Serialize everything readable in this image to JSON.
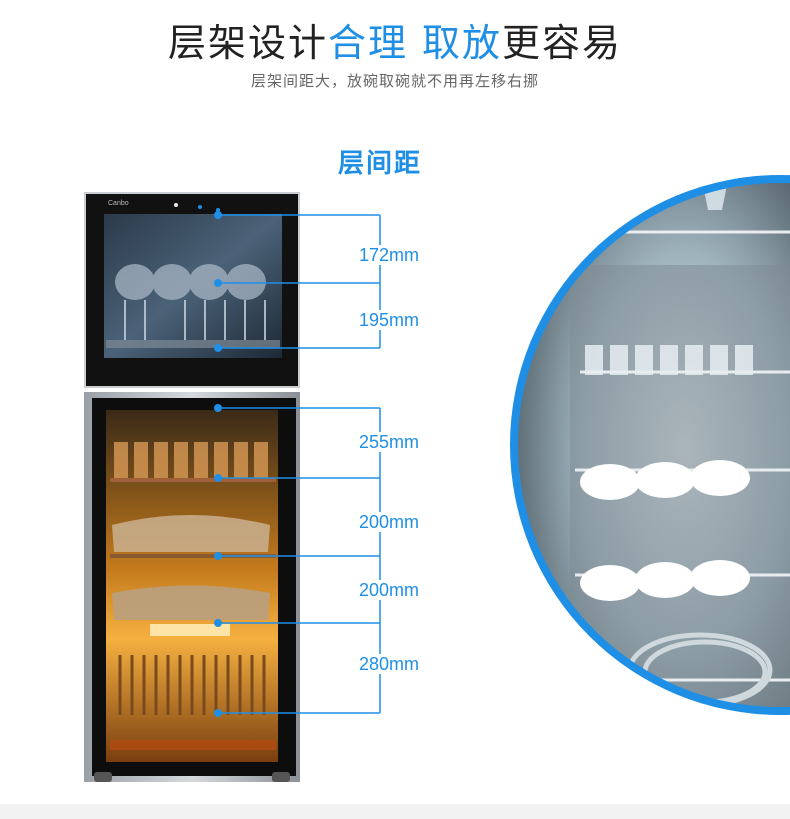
{
  "headline": {
    "part1": "层架设计",
    "part2": "合理 取放",
    "part3": "更容易"
  },
  "subline": "层架间距大，放碗取碗就不用再左移右挪",
  "section_title": "层间距",
  "brand_label": "Canbo",
  "dimensions": [
    {
      "label": "172mm"
    },
    {
      "label": "195mm"
    },
    {
      "label": "255mm"
    },
    {
      "label": "200mm"
    },
    {
      "label": "200mm"
    },
    {
      "label": "280mm"
    }
  ],
  "colors": {
    "accent": "#1f8fe6",
    "cabinet_frame": "#2a2a2a",
    "glow": "#f5a623"
  }
}
